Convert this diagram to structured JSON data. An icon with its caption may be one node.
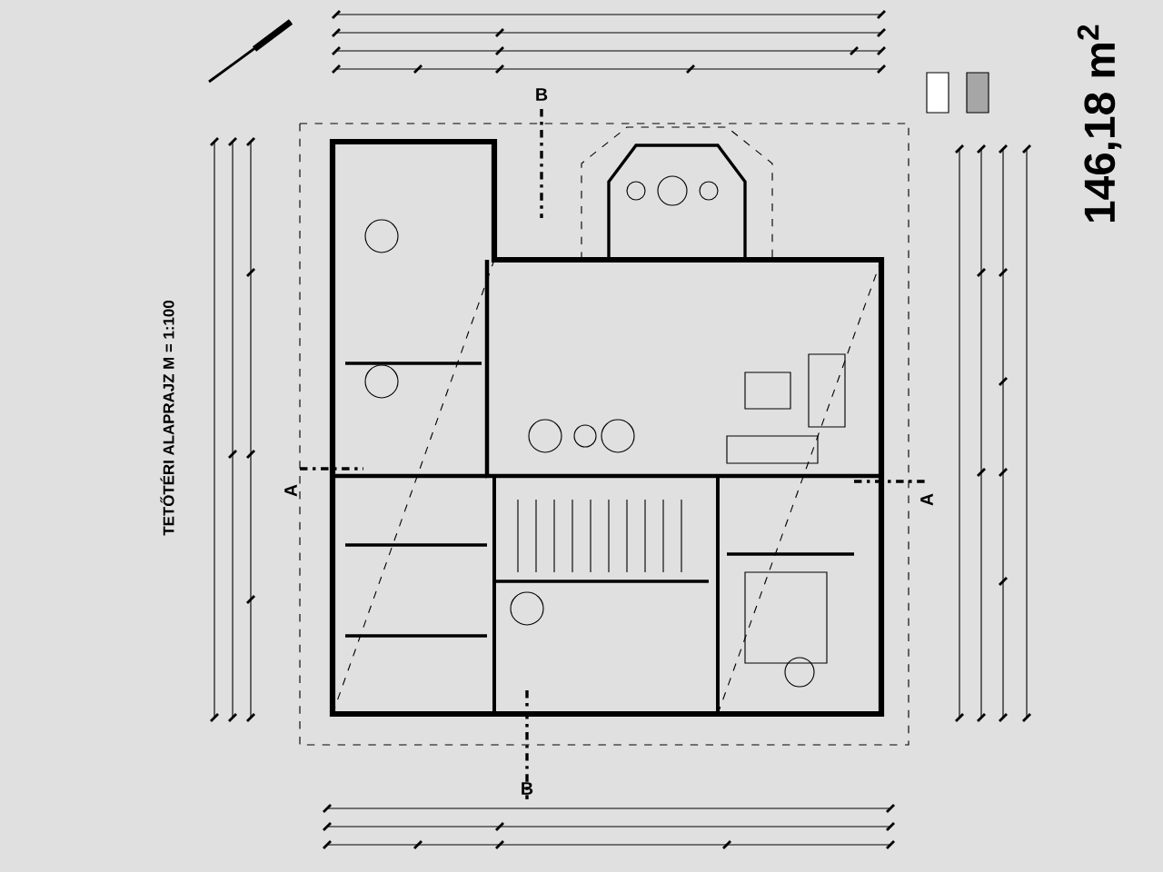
{
  "diagram": {
    "title": "TETŐTÉRI ALAPRAJZ M = 1:100",
    "labels": [
      "146,18 m$^{2}$",
      "B",
      "B",
      "A",
      "A"
    ]
  }
}
